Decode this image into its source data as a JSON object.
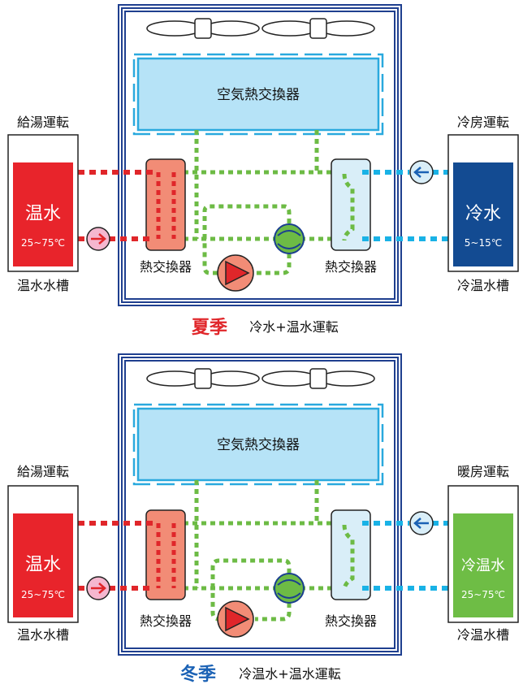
{
  "colors": {
    "frame": "#1f3f8f",
    "air_fill": "#b6e3f7",
    "air_border": "#2aa9de",
    "hot_fill": "#e8242b",
    "hot_hx_fill": "#f28c76",
    "cold_hx_fill": "#d9eef8",
    "cold_fill": "#134b92",
    "warm_fill": "#6ebd45",
    "hot_pipe": "#e0262a",
    "green_pipe": "#6dbb45",
    "cold_pipe": "#19b2e6",
    "summer_title": "#e0262a",
    "winter_title": "#1b62b5"
  },
  "summer": {
    "left_label": "給湯運転",
    "right_label": "冷房運転",
    "air_hx": "空気熱交換器",
    "left_hx": "熱交換器",
    "right_hx": "熱交換器",
    "left_tank_title": "温水",
    "left_tank_temp": "25~75℃",
    "left_tank_name": "温水水槽",
    "right_tank_title": "冷水",
    "right_tank_temp": "5~15℃",
    "right_tank_name": "冷温水槽",
    "season": "夏季",
    "mode": "冷水+温水運転"
  },
  "winter": {
    "left_label": "給湯運転",
    "right_label": "暖房運転",
    "air_hx": "空気熱交換器",
    "left_hx": "熱交換器",
    "right_hx": "熱交換器",
    "left_tank_title": "温水",
    "left_tank_temp": "25~75℃",
    "left_tank_name": "温水水槽",
    "right_tank_title": "冷温水",
    "right_tank_temp": "25~75℃",
    "right_tank_name": "冷温水槽",
    "season": "冬季",
    "mode": "冷温水+温水運転"
  }
}
